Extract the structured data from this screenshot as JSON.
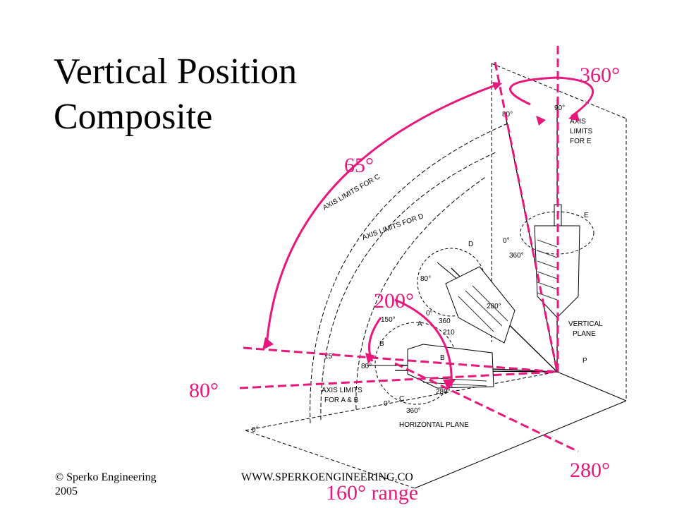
{
  "title": {
    "line1": "Vertical Position",
    "line2": "Composite"
  },
  "angles": {
    "a360": "360°",
    "a65": "65°",
    "a200": "200°",
    "a80": "80°",
    "a280": "280°",
    "range": "160° range"
  },
  "diagram_labels": {
    "axis_c": "AXIS LIMITS FOR C",
    "axis_d": "AXIS LIMITS FOR D",
    "axis_e_1": "AXIS",
    "axis_e_2": "LIMITS",
    "axis_e_3": "FOR E",
    "axis_ab_1": "AXIS LIMITS",
    "axis_ab_2": "FOR A & B",
    "vertical_1": "VERTICAL",
    "vertical_2": "PLANE",
    "horizontal": "HORIZONTAL PLANE",
    "e": "E",
    "d": "D",
    "a": "A",
    "b": "B",
    "b2": "B",
    "c": "C",
    "p": "P",
    "t0": "0°",
    "t0b": "0°",
    "t0c": "0°",
    "t0d": "0°",
    "t15": "15°",
    "t80": "80°",
    "t80b": "80°",
    "t80c": "80°",
    "t90": "90°",
    "t150": "150°",
    "t210": "210",
    "t280": "280°",
    "t280b": "280°",
    "t360": "360°",
    "t360b": "360",
    "t360c": "360°"
  },
  "footer": {
    "copyright_1": "© Sperko Engineering",
    "copyright_2": "2005",
    "url": "WWW.SPERKOENGINEERING.CO"
  },
  "colors": {
    "accent": "#e8177c",
    "ink": "#000000"
  }
}
